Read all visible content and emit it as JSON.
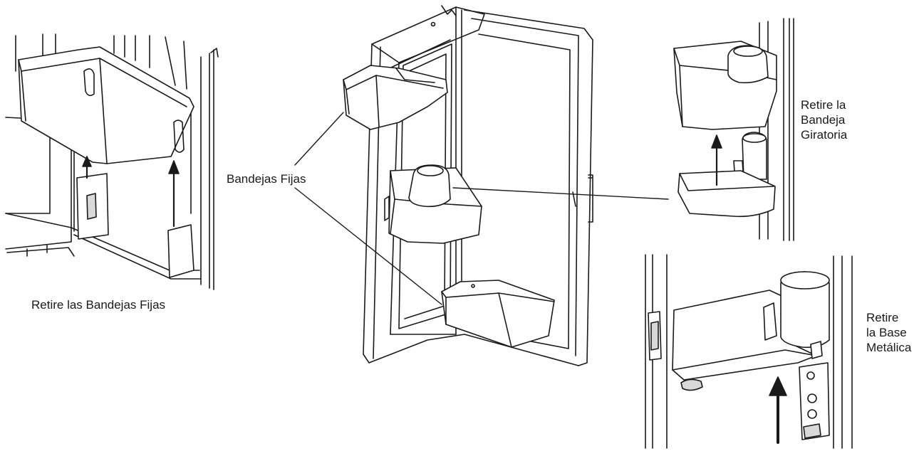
{
  "labels": {
    "remove_fixed_bins": "Retire las Bandejas Fijas",
    "fixed_bins": "Bandejas Fijas",
    "remove_rotating_tray": [
      "Retire la",
      "Bandeja",
      "Giratoria"
    ],
    "remove_metal_base": [
      "Retire",
      "la Base",
      "Metálica"
    ]
  },
  "colors": {
    "line": "#1a1a1a",
    "fill": "#ffffff",
    "shade": "#d9d9d9"
  }
}
